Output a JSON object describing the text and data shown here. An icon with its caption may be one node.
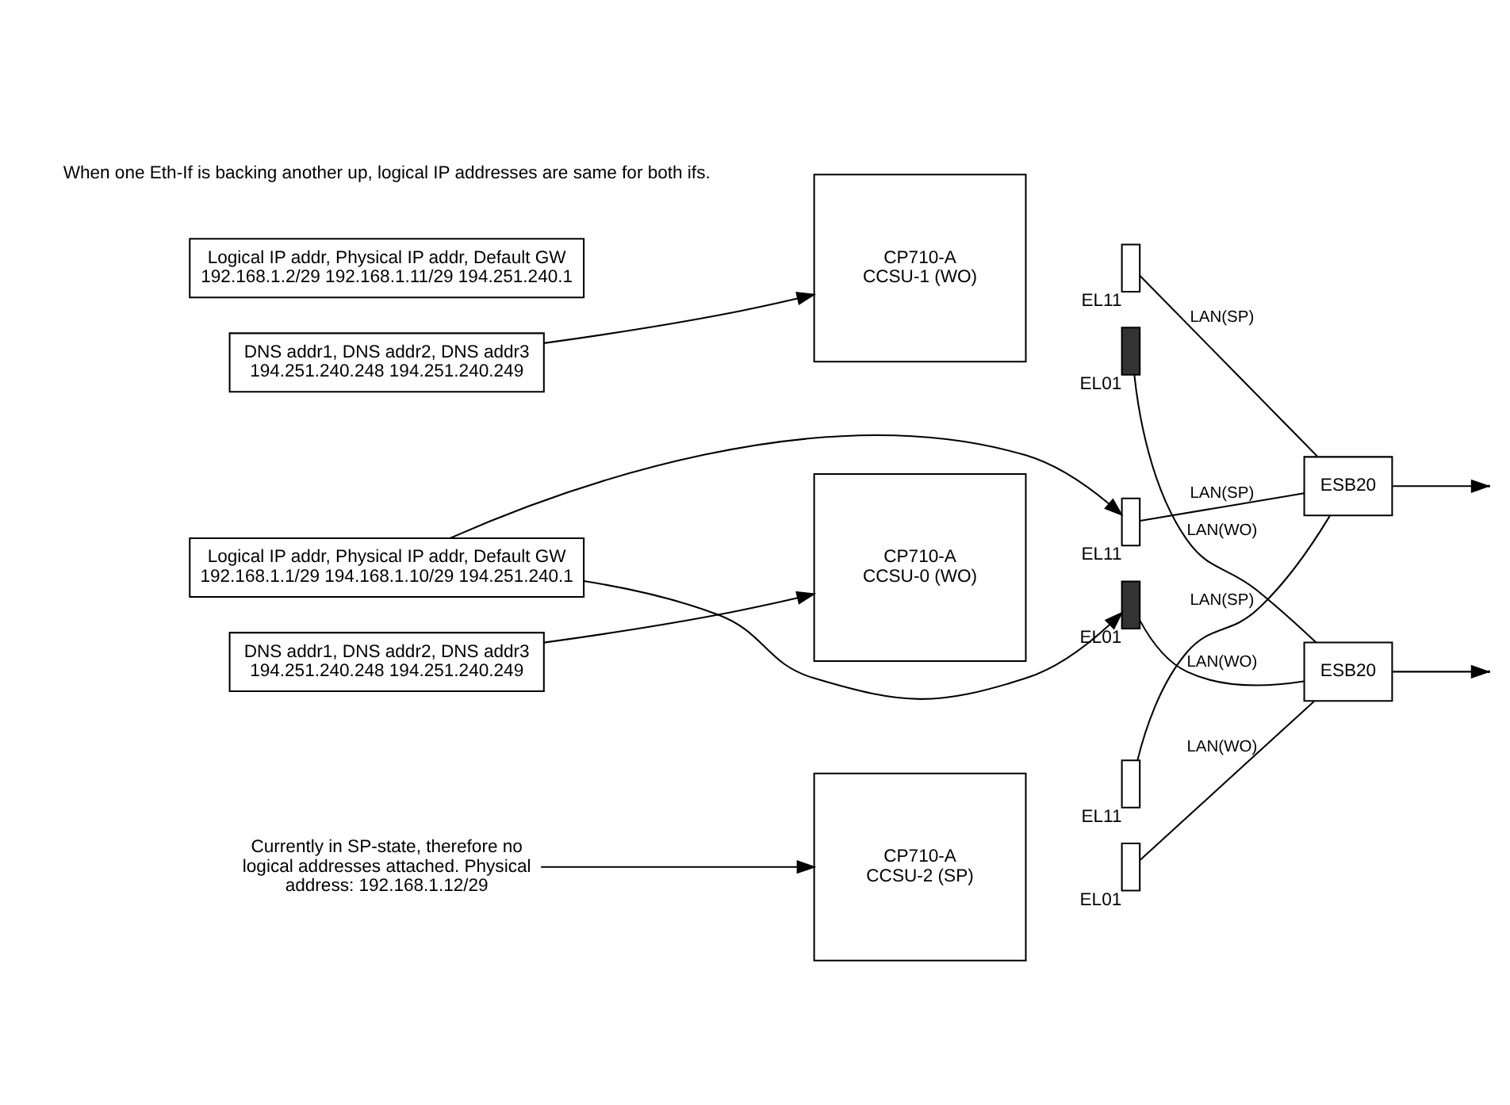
{
  "diagram": {
    "nodes": [
      {
        "text": [
          "Logical IP addr, Physical IP addr, Default GW",
          "192.168.1.1/29 194.168.1.10/29 194.251.240.1"
        ]
      },
      {
        "text": [
          "CP710-A",
          "CCSU-0 (WO)"
        ]
      },
      {
        "text": [],
        "shape": "box",
        "beside": [
          "EL01"
        ]
      },
      {
        "text": [],
        "shape": "box",
        "beside": [
          "EL11"
        ]
      },
      {
        "text": [
          "DNS addr1, DNS addr2, DNS addr3",
          "194.251.240.248 194.251.240.249"
        ]
      },
      {
        "text": [
          "Logical IP addr, Physical IP addr, Default GW",
          "192.168.1.2/29 192.168.1.11/29 194.251.240.1"
        ]
      },
      {
        "text": [
          "CP710-A",
          "CCSU-1 (WO)"
        ]
      },
      {
        "text": [],
        "shape": "box",
        "beside": [
          "EL01"
        ]
      },
      {
        "text": [],
        "shape": "box",
        "beside": [
          "EL11"
        ]
      },
      {
        "text": [
          "DNS addr1, DNS addr2, DNS addr3",
          "194.251.240.248 194.251.240.249"
        ]
      },
      {
        "text": [
          "CP710-A",
          "CCSU-2 (SP)"
        ]
      },
      {
        "text": [],
        "shape": "box",
        "beside": [
          "EL01"
        ]
      },
      {
        "text": [],
        "shape": "box",
        "beside": [
          "EL11"
        ]
      },
      {
        "text": [
          "Currently in SP-state, therefore no logical addresses attached. Physical address: 192.168.1.12/29"
        ]
      },
      {
        "text": [
          "ESB20"
        ]
      },
      {
        "text": [
          "ESB20"
        ]
      }
    ],
    "edges": [
      {
        "from": 0,
        "to": 2,
        "arrow": "to"
      },
      {
        "from": 0,
        "to": 3,
        "arrow": "to"
      },
      {
        "from": 4,
        "to": 1,
        "arrow": "to"
      },
      {
        "from": 9,
        "to": 6,
        "arrow": "to"
      },
      {
        "from": 13,
        "to": 10,
        "arrow": "to"
      },
      {
        "from": 2,
        "to": 14,
        "arrow": "none",
        "label": "LAN(WO)"
      },
      {
        "from": 3,
        "to": 15,
        "arrow": "none",
        "label": "LAN(SP)"
      },
      {
        "from": 7,
        "to": 14,
        "arrow": "none",
        "label": "LAN(WO)"
      },
      {
        "from": 8,
        "to": 15,
        "arrow": "none",
        "label": "LAN(SP)"
      },
      {
        "from": 11,
        "to": 14,
        "arrow": "none",
        "label": "LAN(WO)"
      },
      {
        "from": 12,
        "to": 15,
        "arrow": "none",
        "label": "LAN(SP)"
      },
      {
        "from": 14,
        "to": null,
        "arrow": "to"
      },
      {
        "from": 15,
        "to": null,
        "arrow": "to"
      }
    ],
    "labels": [
      "When one Eth-If is backing another up, logical IP addresses are same for both ifs."
    ]
  }
}
